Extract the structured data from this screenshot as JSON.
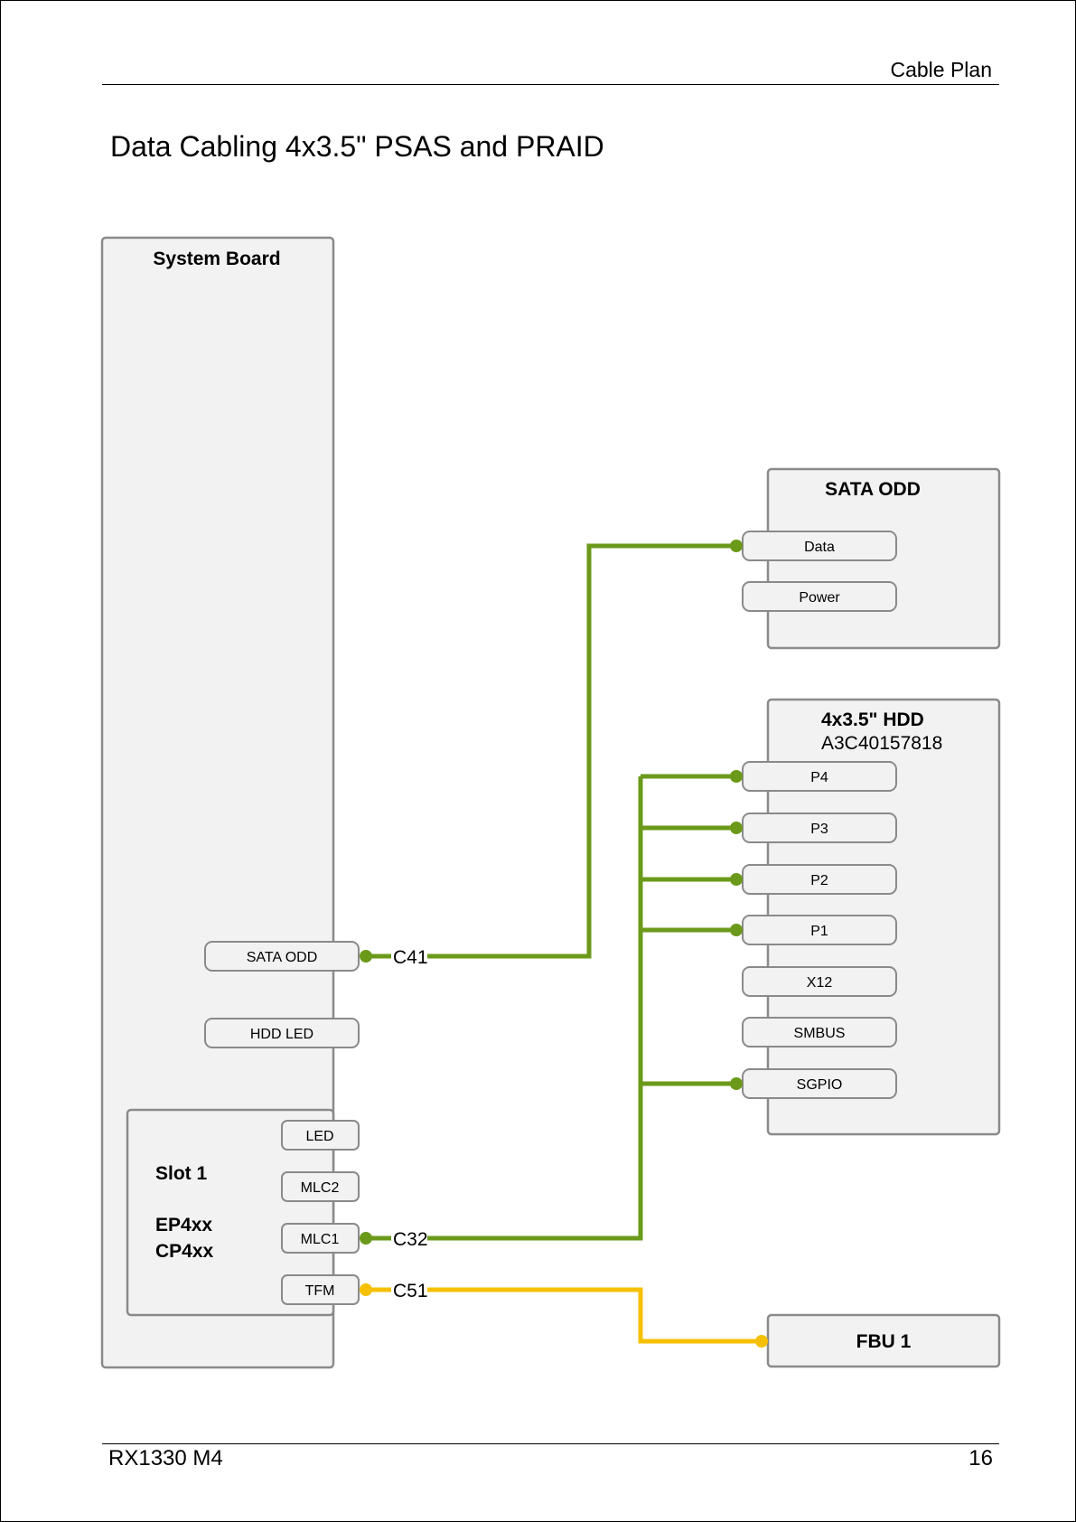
{
  "header": {
    "section_title": "Cable Plan"
  },
  "page": {
    "title": "Data Cabling 4x3.5\" PSAS and PRAID"
  },
  "footer": {
    "model": "RX1330 M4",
    "page_number": "16"
  },
  "colors": {
    "data_cable": "#6b9a1a",
    "fbu_cable": "#f5c000",
    "box_fill": "#f2f2f2",
    "box_stroke": "#8a8a8a"
  },
  "diagram": {
    "system_board": {
      "title": "System Board",
      "ports": {
        "sata_odd": "SATA ODD",
        "hdd_led": "HDD LED"
      }
    },
    "slot1": {
      "title": "Slot 1",
      "model_1": "EP4xx",
      "model_2": "CP4xx",
      "ports": {
        "led": "LED",
        "mlc2": "MLC2",
        "mlc1": "MLC1",
        "tfm": "TFM"
      }
    },
    "sata_odd": {
      "title": "SATA ODD",
      "ports": {
        "data": "Data",
        "power": "Power"
      }
    },
    "hdd": {
      "title": "4x3.5\" HDD",
      "part_number": "A3C40157818",
      "ports": {
        "p4": "P4",
        "p3": "P3",
        "p2": "P2",
        "p1": "P1",
        "x12": "X12",
        "smbus": "SMBUS",
        "sgpio": "SGPIO"
      }
    },
    "fbu": {
      "title": "FBU 1"
    },
    "cables": {
      "c41": "C41",
      "c32": "C32",
      "c51": "C51"
    }
  }
}
